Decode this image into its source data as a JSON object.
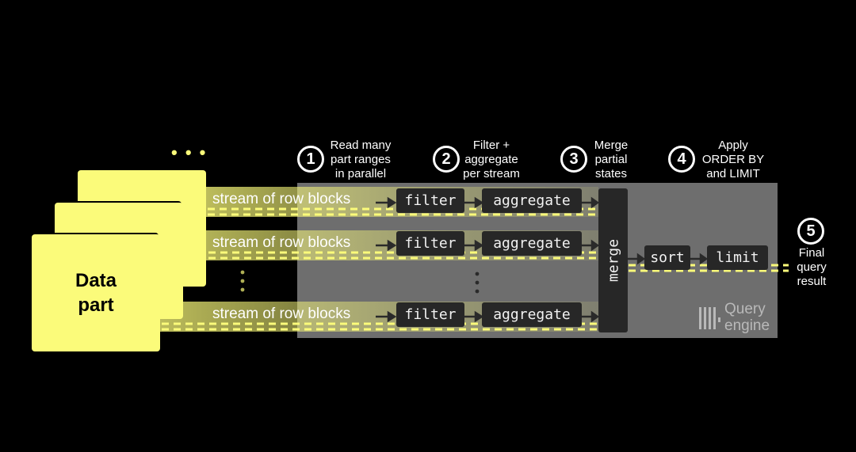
{
  "data_part": {
    "label": "Data part",
    "more_indicator": "• • •"
  },
  "streams": [
    {
      "label": "stream of row blocks",
      "filter": "filter",
      "aggregate": "aggregate"
    },
    {
      "label": "stream of row blocks",
      "filter": "filter",
      "aggregate": "aggregate"
    },
    {
      "label": "stream of row blocks",
      "filter": "filter",
      "aggregate": "aggregate"
    }
  ],
  "merge_label": "merge",
  "sort_label": "sort",
  "limit_label": "limit",
  "steps": [
    {
      "number": "1",
      "text": "Read many\npart ranges\nin parallel"
    },
    {
      "number": "2",
      "text": "Filter +\naggregate\nper stream"
    },
    {
      "number": "3",
      "text": "Merge\npartial\nstates"
    },
    {
      "number": "4",
      "text": "Apply\nORDER BY\nand LIMIT"
    },
    {
      "number": "5",
      "text": "Final\nquery\nresult"
    }
  ],
  "engine_label": "Query\nengine",
  "colors": {
    "accent": "#fbfb7a",
    "engine_bg": "#6e6e6e",
    "box_bg": "#272727",
    "background": "#000000"
  }
}
